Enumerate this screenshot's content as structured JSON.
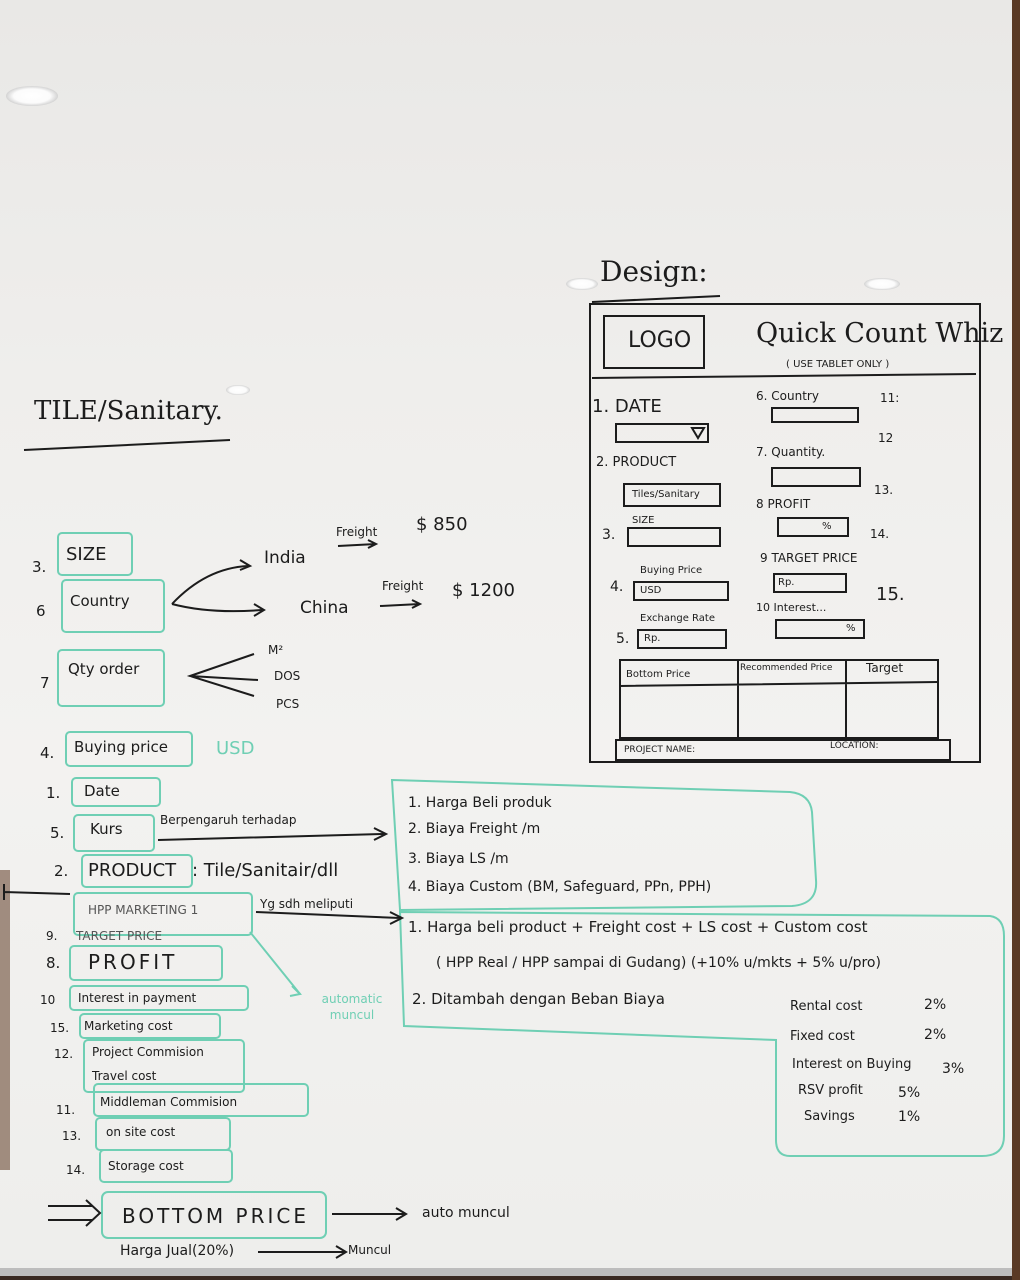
{
  "photo": {
    "frame_colors": {
      "board": "#efeeec",
      "black_ink": "#1c1c1c",
      "green_ink": "#6fcfb4",
      "wood": "#5a3a25"
    }
  },
  "left": {
    "title": "TILE/Sanitary.",
    "fields": [
      {
        "num": "3.",
        "label": "SIZE"
      },
      {
        "num": "6",
        "label": "Country"
      },
      {
        "num": "7",
        "label": "Qty order"
      },
      {
        "num": "4.",
        "label": "Buying price",
        "note": "USD"
      },
      {
        "num": "1.",
        "label": "Date"
      },
      {
        "num": "5.",
        "label": "Kurs"
      },
      {
        "num": "2.",
        "label": "PRODUCT",
        "note": ": Tile/Sanitair/dll"
      },
      {
        "num": "",
        "label": "HPP MARKETING 1"
      },
      {
        "num": "9.",
        "label": "TARGET PRICE"
      },
      {
        "num": "8.",
        "label": "PROFIT"
      },
      {
        "num": "10",
        "label": "Interest in payment"
      },
      {
        "num": "15.",
        "label": "Marketing cost"
      },
      {
        "num": "12.",
        "label": "Project Commision"
      },
      {
        "num": "",
        "label": "Travel cost"
      },
      {
        "num": "11.",
        "label": "Middleman Commision"
      },
      {
        "num": "13.",
        "label": "on site cost"
      },
      {
        "num": "14.",
        "label": "Storage cost"
      }
    ],
    "bottom_price": "BOTTOM PRICE",
    "bottom_arrow_note": "auto muncul",
    "selling_price": "Harga Jual(20%)",
    "selling_arrow_note": "Muncul",
    "automatic_note": "automatic muncul",
    "kurs_arrow_note": "Berpengaruh terhadap",
    "hpp_arrow_note": "Yg sdh meliputi"
  },
  "country_branch": {
    "india": "India",
    "india_freight_label": "Freight",
    "india_freight_value": "$ 850",
    "china": "China",
    "china_freight_label": "Freight",
    "china_freight_value": "$ 1200"
  },
  "qty_branch": [
    "M²",
    "DOS",
    "PCS"
  ],
  "kurs_box": [
    "1. Harga Beli produk",
    "2. Biaya Freight /m",
    "3. Biaya LS /m",
    "4. Biaya Custom (BM, Safeguard, PPn, PPH)"
  ],
  "hpp_box": {
    "line1": "1. Harga beli product + Freight cost + LS cost + Custom cost",
    "line2": "( HPP Real / HPP sampai di Gudang) (+10% u/mkts + 5% u/pro)",
    "line3": "2. Ditambah dengan Beban Biaya",
    "costs": [
      {
        "name": "Rental cost",
        "pct": "2%"
      },
      {
        "name": "Fixed cost",
        "pct": "2%"
      },
      {
        "name": "Interest on Buying",
        "pct": "3%"
      },
      {
        "name": "RSV profit",
        "pct": "5%"
      },
      {
        "name": "Savings",
        "pct": "1%"
      }
    ]
  },
  "design": {
    "heading": "Design:",
    "logo": "LOGO",
    "app_name": "Quick Count Whiz",
    "app_note": "( USE TABLET ONLY )",
    "left_fields": [
      {
        "label": "1. DATE"
      },
      {
        "label": "2. PRODUCT",
        "value": "Tiles/Sanitary"
      },
      {
        "label": "3.",
        "caption": "SIZE"
      },
      {
        "label": "4.",
        "caption": "Buying Price",
        "value": "USD"
      },
      {
        "label": "5.",
        "caption": "Exchange Rate",
        "value": "Rp."
      }
    ],
    "right_fields": [
      {
        "label": "6. Country",
        "side": "11:"
      },
      {
        "label": "7. Quantity.",
        "side": "12"
      },
      {
        "label": "8 PROFIT",
        "value": "%",
        "side": "13."
      },
      {
        "label": "9 TARGET PRICE",
        "value": "Rp.",
        "side": "14."
      },
      {
        "label": "10 Interest...",
        "value": "%",
        "side": "15."
      }
    ],
    "table_headers": [
      "Bottom Price",
      "Recommended Price",
      "Target"
    ],
    "footer_left": "PROJECT NAME:",
    "footer_right": "LOCATION:"
  }
}
